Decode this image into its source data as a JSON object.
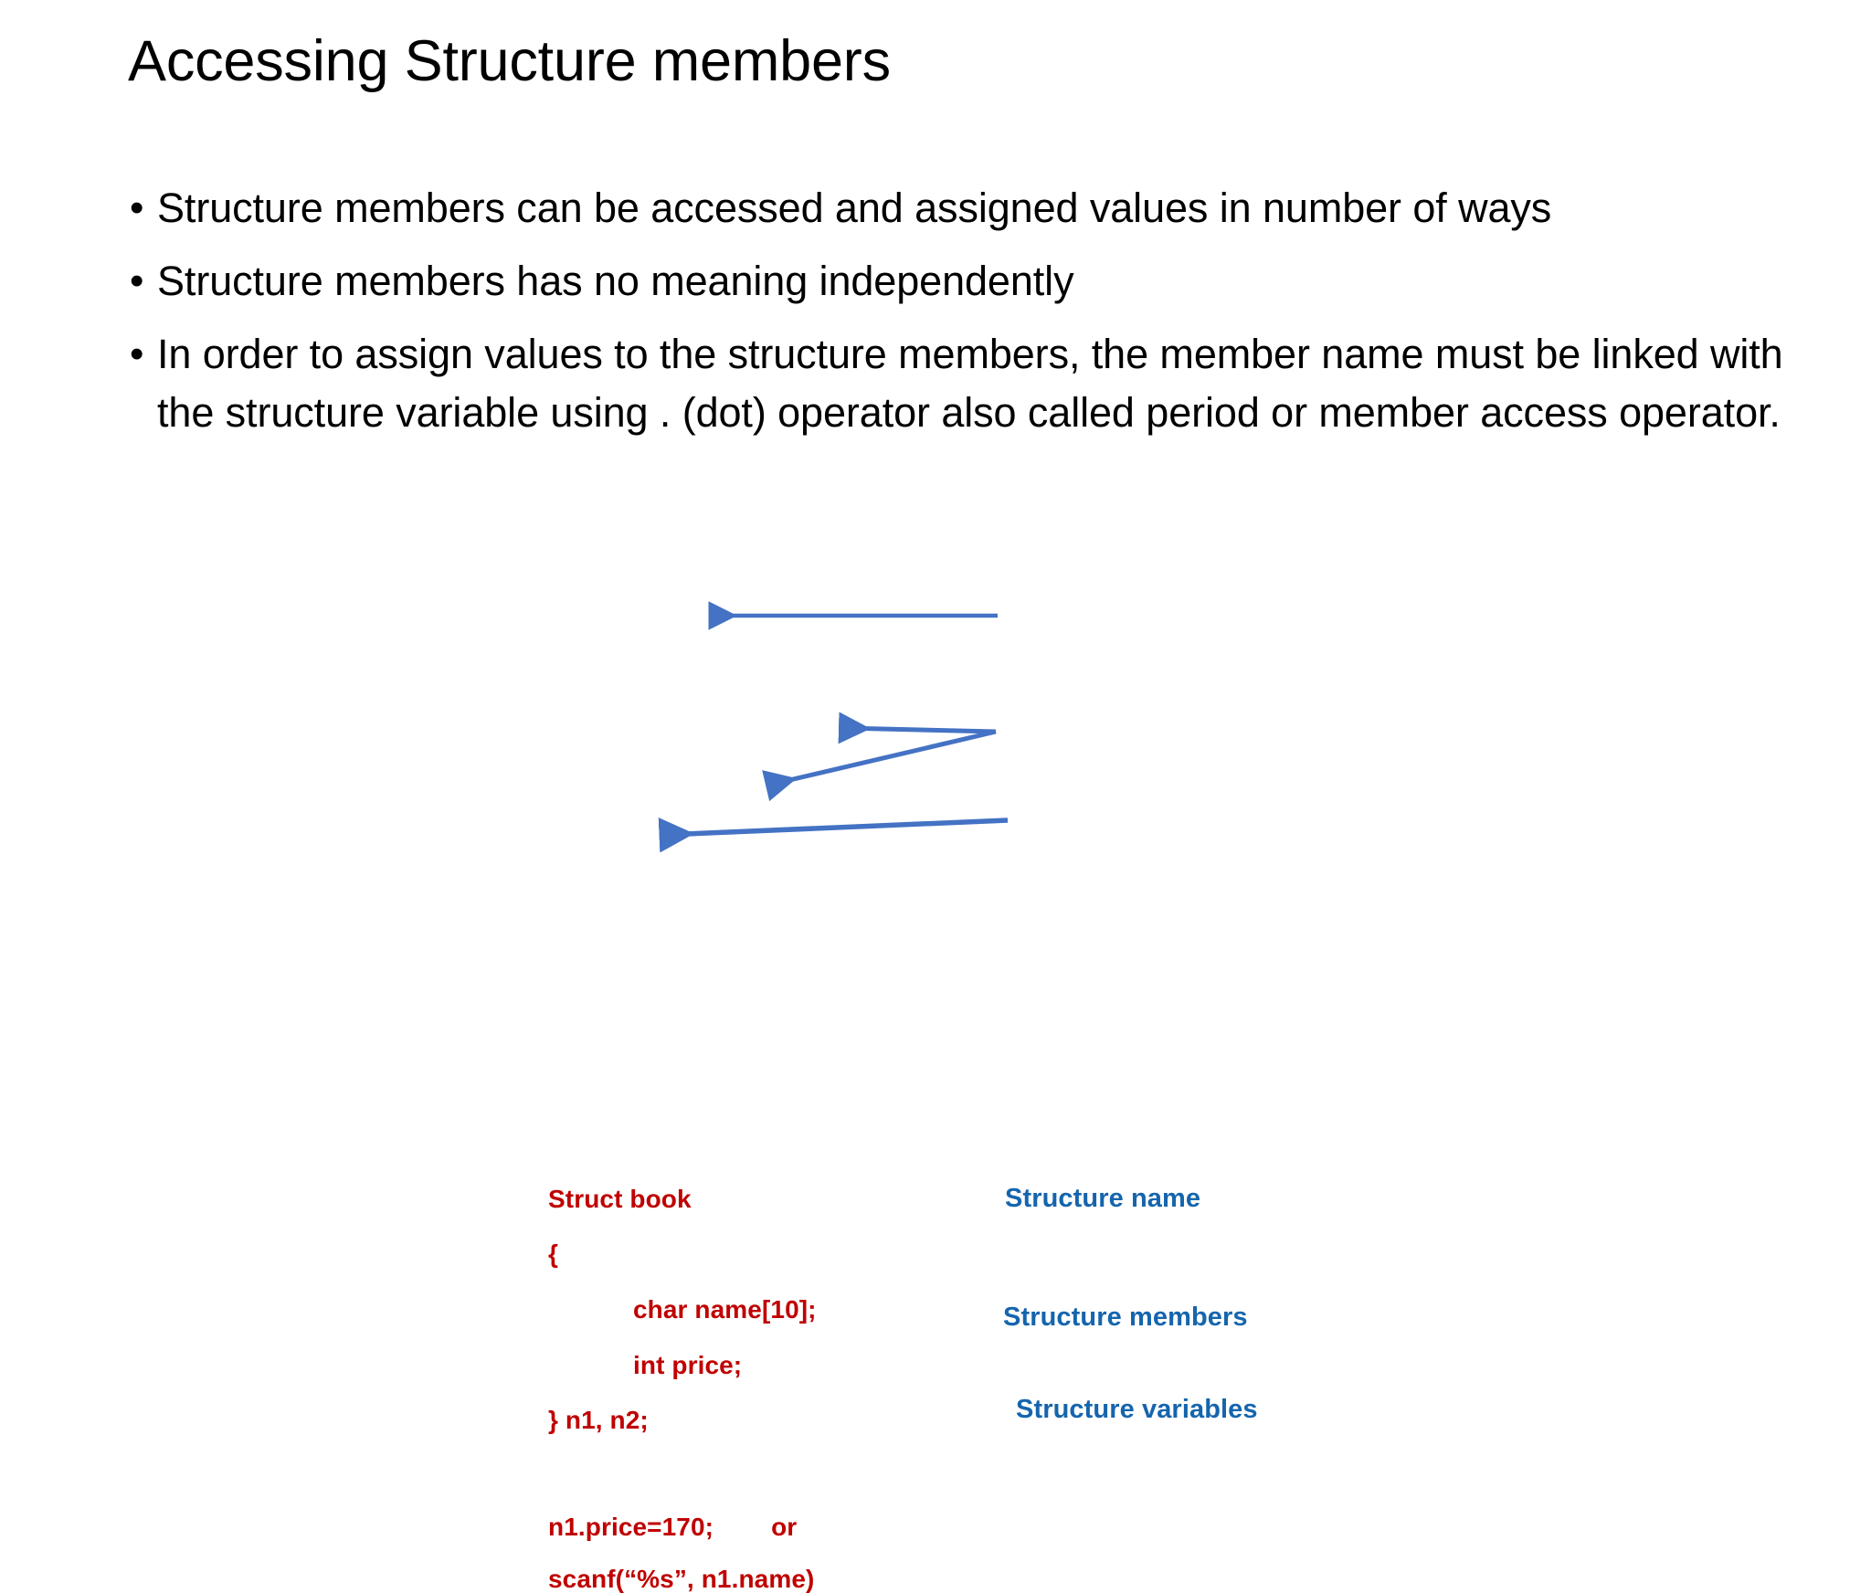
{
  "slide": {
    "title": "Accessing Structure members",
    "background_color": "#FFFFFF",
    "title_color": "#000000"
  },
  "colors": {
    "code_red": "#C00000",
    "label_blue": "#1565AD",
    "arrow_blue": "#4472C4",
    "body_text": "#000000"
  },
  "bullets": [
    {
      "marker": "•",
      "text": "Structure members can be accessed and assigned values in number of ways"
    },
    {
      "marker": "•",
      "text": "Structure members has no meaning independently"
    },
    {
      "marker": "•",
      "text": "In order to assign values to the structure members, the member name must be linked with the structure variable using . (dot) operator also called period or member access operator."
    }
  ],
  "code_block": {
    "lines": [
      {
        "id": "struct_decl",
        "text": "Struct book"
      },
      {
        "id": "open_brace",
        "text": "{"
      },
      {
        "id": "member_name",
        "text": "char name[10];"
      },
      {
        "id": "member_price",
        "text": "int price;"
      },
      {
        "id": "close_brace_vars",
        "text": "} n1, n2;"
      },
      {
        "id": "assignment",
        "text": "n1.price=170;        or"
      },
      {
        "id": "scanf_call",
        "text": "scanf(“%s”, n1.name)"
      }
    ]
  },
  "callouts": [
    {
      "id": "structure_name",
      "label": "Structure name",
      "points_to": "Struct book"
    },
    {
      "id": "structure_members",
      "label": "Structure members",
      "points_to": "char name[10]; / int price;"
    },
    {
      "id": "structure_variables",
      "label": "Structure variables",
      "points_to": "} n1, n2;"
    }
  ]
}
